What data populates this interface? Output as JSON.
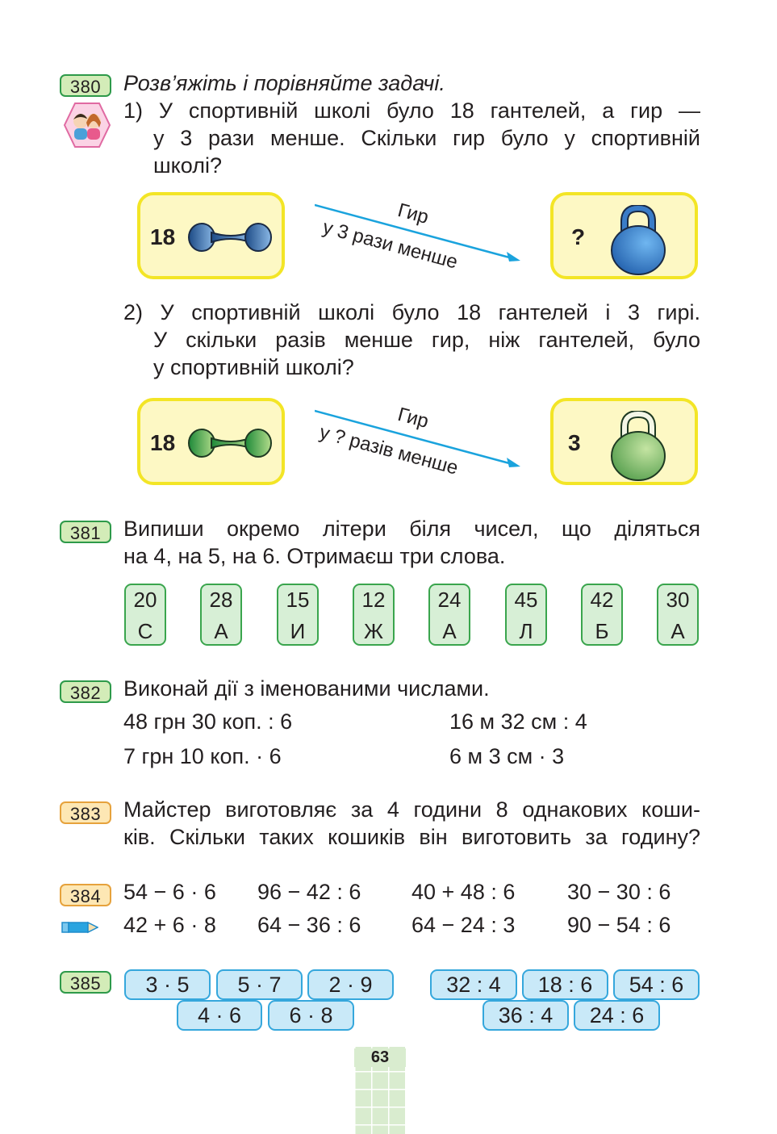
{
  "p380": {
    "number": "380",
    "instruction": "Розв’яжіть і порівняйте задачі.",
    "t1": {
      "l1": "1) У спортивній школі було 18 гантелей, а гир —",
      "l2": "у 3 рази менше. Скільки гир було у спортивній",
      "l3": "школі?"
    },
    "scheme1": {
      "left_value": "18",
      "arrow_top": "Гир",
      "arrow_bottom": "у 3 рази менше",
      "right_value": "?"
    },
    "t2": {
      "l1": "2) У спортивній школі було 18 гантелей і 3 гирі.",
      "l2": "У скільки разів менше гир, ніж гантелей, було",
      "l3": "у спортивній школі?"
    },
    "scheme2": {
      "left_value": "18",
      "arrow_top": "Гир",
      "arrow_bottom": "у ? разів менше",
      "right_value": "3"
    }
  },
  "p381": {
    "number": "381",
    "l1": "Випиши окремо літери біля чисел, що діляться",
    "l2": "на 4, на 5, на 6. Отримаєш три слова.",
    "tiles": [
      {
        "num": "20",
        "letter": "С"
      },
      {
        "num": "28",
        "letter": "А"
      },
      {
        "num": "15",
        "letter": "И"
      },
      {
        "num": "12",
        "letter": "Ж"
      },
      {
        "num": "24",
        "letter": "А"
      },
      {
        "num": "45",
        "letter": "Л"
      },
      {
        "num": "42",
        "letter": "Б"
      },
      {
        "num": "30",
        "letter": "А"
      }
    ]
  },
  "p382": {
    "number": "382",
    "instruction": "Виконай дії з іменованими числами.",
    "e1": "48 грн 30 коп. : 6",
    "e2": "16 м 32 см : 4",
    "e3": "7 грн 10 коп. · 6",
    "e4": "6 м 3 см · 3"
  },
  "p383": {
    "number": "383",
    "l1": "Майстер виготовляє за 4 години 8 однакових коши-",
    "l2": "ків. Скільки таких кошиків він виготовить за годину?"
  },
  "p384": {
    "number": "384",
    "row1": [
      "54 − 6 · 6",
      "96 − 42 : 6",
      "40 + 48 : 6",
      "30 − 30 : 6"
    ],
    "row2": [
      "42 + 6 · 8",
      "64 − 36 : 6",
      "64 − 24 : 3",
      "90 − 54 : 6"
    ]
  },
  "p385": {
    "number": "385",
    "left_top": [
      "3 · 5",
      "5 · 7",
      "2 · 9"
    ],
    "left_bottom": [
      "4 · 6",
      "6 · 8"
    ],
    "right_top": [
      "32 : 4",
      "18 : 6",
      "54 : 6"
    ],
    "right_bottom": [
      "36 : 4",
      "24 : 6"
    ]
  },
  "page_number": "63",
  "colors": {
    "badge_green": "#d3ecb8",
    "badge_orange": "#fde7b4",
    "card_yellow": "#fdf8c4",
    "arrow_blue": "#1aa3dd",
    "pill_blue": "#c9e9f8"
  }
}
